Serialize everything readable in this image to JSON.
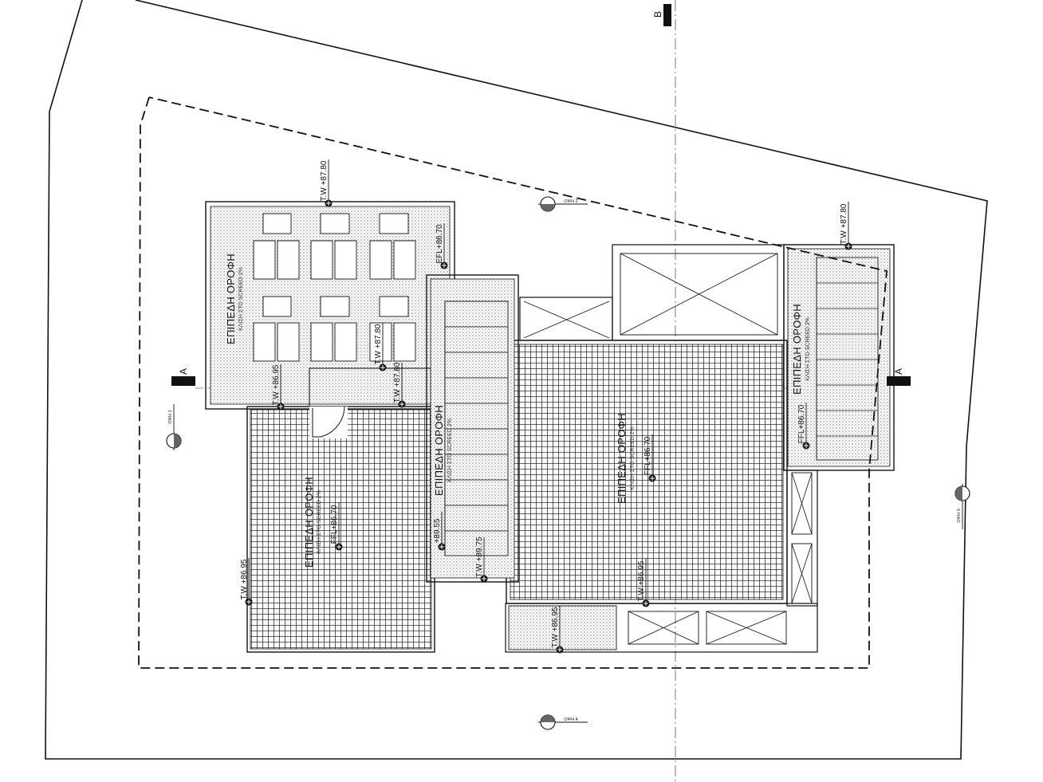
{
  "section_markers": {
    "a_left": "A",
    "a_right": "A",
    "b_top": "B"
  },
  "roofs": [
    {
      "title": "ΕΠΙΠΕΔΗ ΟΡΟΦΗ",
      "note": "ΚΛΙΣΗ ΣΤΟ SCREED 2%"
    },
    {
      "title": "ΕΠΙΠΕΔΗ ΟΡΟΦΗ",
      "note": "ΚΛΙΣΗ ΣΤΟ SCREED 2%"
    },
    {
      "title": "ΕΠΙΠΕΔΗ ΟΡΟΦΗ",
      "note": "ΚΛΙΣΗ ΣΤΟ SCREED 2%"
    },
    {
      "title": "ΕΠΙΠΕΔΗ ΟΡΟΦΗ",
      "note": "ΚΛΙΣΗ ΣΤΟ SCREED 2%"
    },
    {
      "title": "ΕΠΙΠΕΔΗ ΟΡΟΦΗ",
      "note": "ΚΛΙΣΗ ΣΤΟ SCREED 2%"
    }
  ],
  "levels": [
    "T.W +87.80",
    "EFL+86.70",
    "T.W +87.80",
    "T.W +87.80",
    "T.W +86.95",
    "FFL+86.70",
    "T.W +86.95",
    "+89.55",
    "T.W +89.75",
    "FFL+86.70",
    "T.W +86.95",
    "T.W +86.95",
    "T.W +87.80",
    "FFL+86.70"
  ],
  "views": [
    "ΟΨΗ 1",
    "ΟΨΗ 2",
    "ΟΨΗ 3",
    "ΟΨΗ 4"
  ],
  "colors": {
    "line": "#111111",
    "hatch": "#555555",
    "axis": "#777777"
  }
}
